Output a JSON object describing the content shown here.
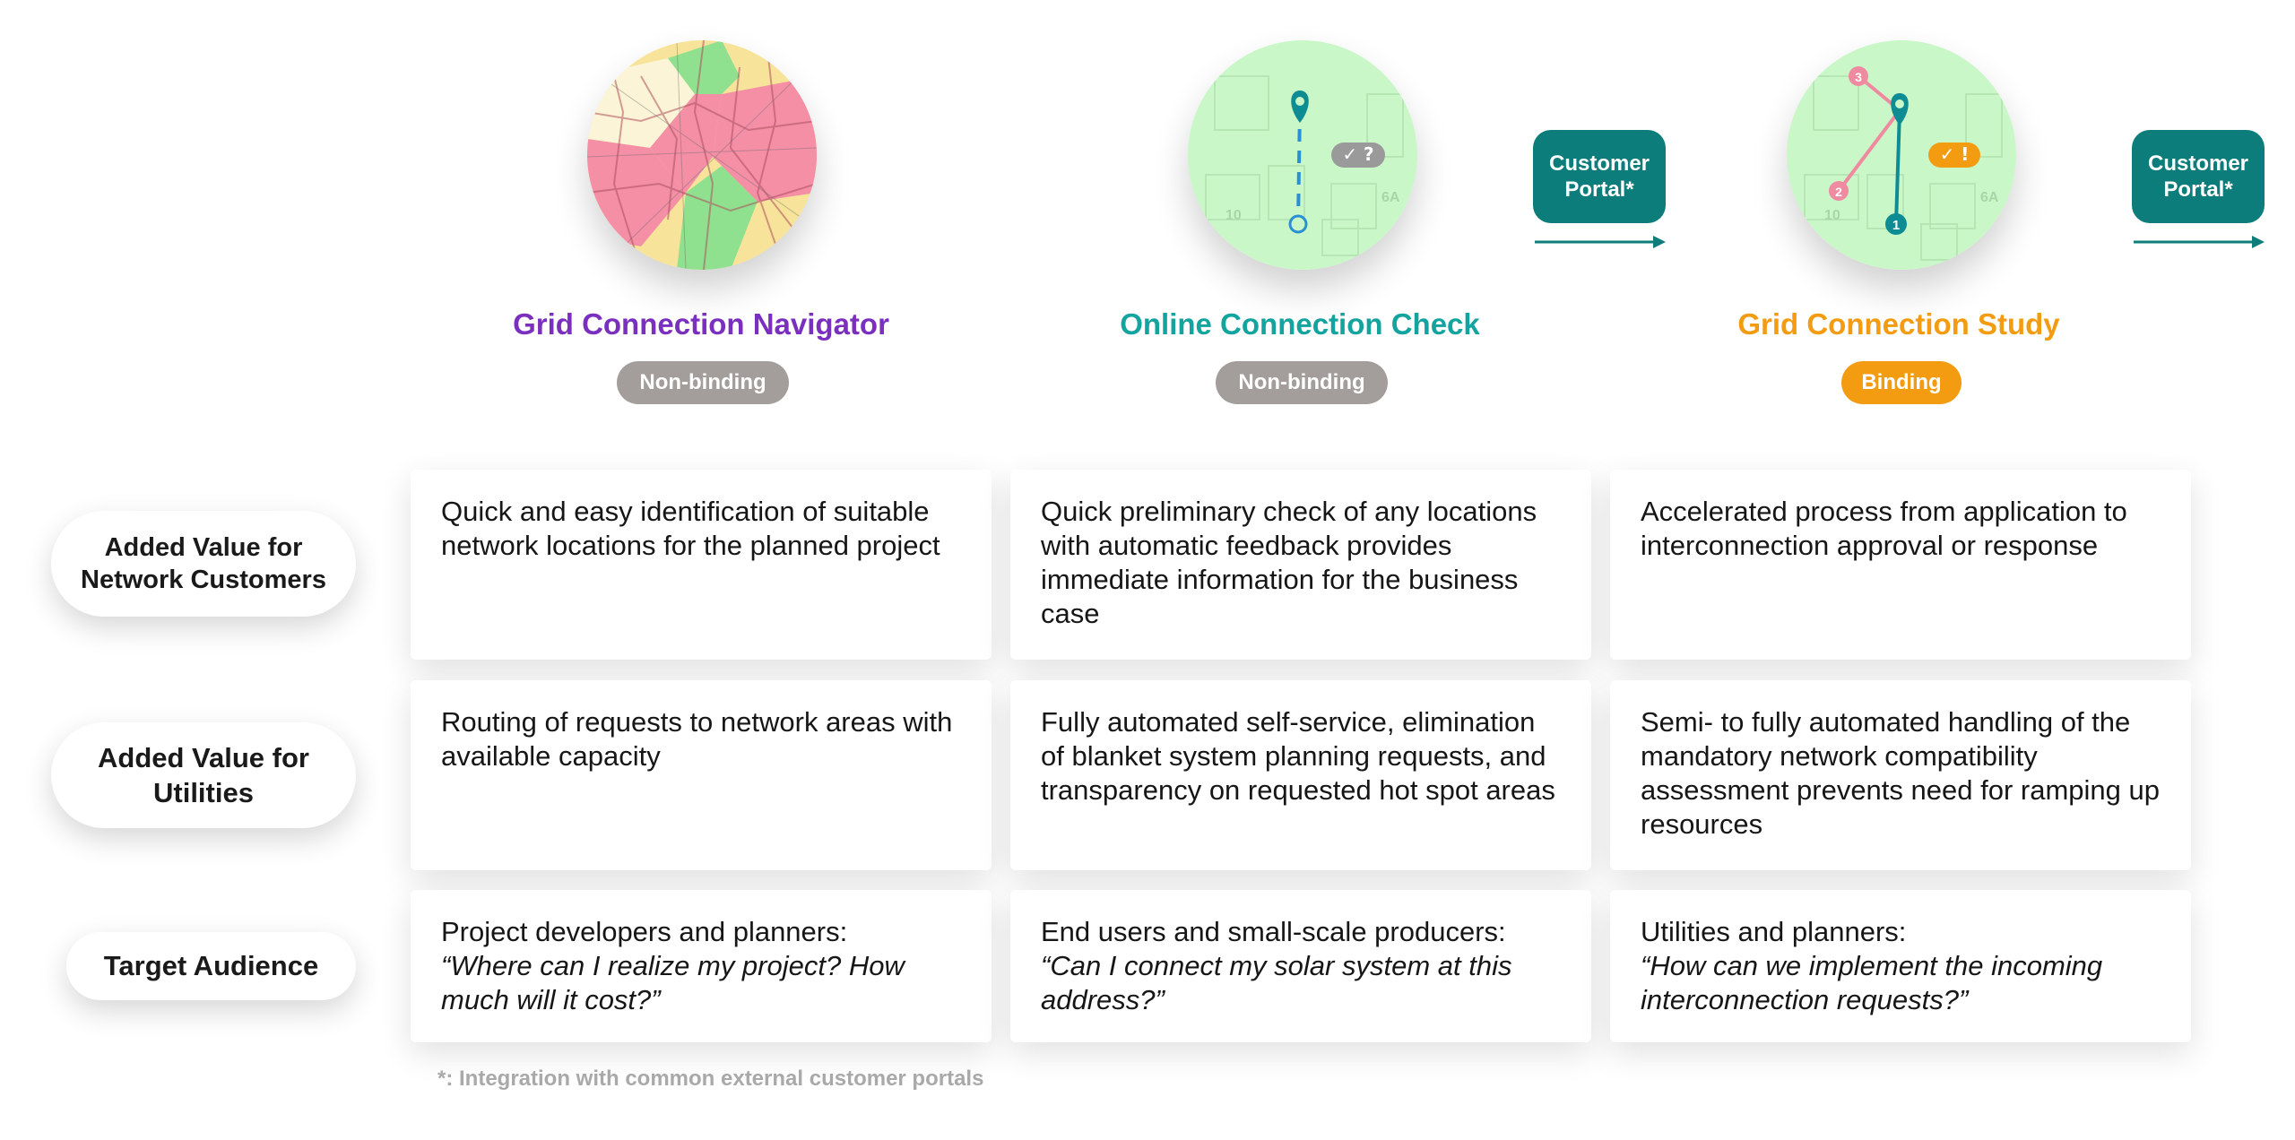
{
  "products": [
    {
      "id": "navigator",
      "title": "Grid Connection Navigator",
      "title_color": "#7b2fbf",
      "badge": "Non-binding",
      "badge_color": "#a39e9b",
      "icon": "heatmap-map-icon"
    },
    {
      "id": "check",
      "title": "Online Connection Check",
      "title_color": "#13a49f",
      "badge": "Non-binding",
      "badge_color": "#a39e9b",
      "icon": "connection-check-map-icon",
      "map_labels": [
        "10",
        "6A"
      ],
      "status_icon": "✓ ?"
    },
    {
      "id": "study",
      "title": "Grid Connection Study",
      "title_color": "#f39c12",
      "badge": "Binding",
      "badge_color": "#f39c12",
      "icon": "connection-study-map-icon",
      "map_labels": [
        "10",
        "6A"
      ],
      "markers": [
        "1",
        "2",
        "3"
      ],
      "status_icon": "✓ !"
    }
  ],
  "portals": [
    {
      "line1": "Customer",
      "line2": "Portal*"
    },
    {
      "line1": "Customer",
      "line2": "Portal*"
    }
  ],
  "rows": [
    {
      "label_line1": "Added Value for",
      "label_line2": "Network Customers",
      "cells": [
        {
          "text": "Quick and easy identification of suitable network locations for the planned project"
        },
        {
          "text": "Quick preliminary check of any locations with automatic feedback provides immediate information for the business case"
        },
        {
          "text": "Accelerated process from application to interconnection approval or response"
        }
      ]
    },
    {
      "label_line1": "Added Value for",
      "label_line2": "Utilities",
      "cells": [
        {
          "text": "Routing of requests to network areas with available capacity"
        },
        {
          "text": "Fully automated self-service, elimination of blanket system planning requests, and transparency on requested hot spot areas"
        },
        {
          "text": "Semi- to fully automated handling of the mandatory network compatibility assessment prevents need for ramping up resources"
        }
      ]
    },
    {
      "label_line1": "Target Audience",
      "label_line2": "",
      "cells": [
        {
          "text": "Project developers and planners:",
          "quote": "“Where can I realize my project? How much will it cost?”"
        },
        {
          "text": "End users and small-scale producers:",
          "quote": "“Can I connect my solar system at this address?”"
        },
        {
          "text": "Utilities and planners:",
          "quote": "“How can we implement the incoming interconnection requests?”"
        }
      ]
    }
  ],
  "footnote": "*: Integration with common external customer portals",
  "colors": {
    "teal": "#0c7d7a",
    "map_green": "#c9f7c8",
    "pin_teal": "#0e8c93",
    "pin_blue": "#2b8fd4",
    "alt_pink": "#f08aa0",
    "warn_orange": "#f39c12",
    "status_gray": "#9a9a9a"
  }
}
